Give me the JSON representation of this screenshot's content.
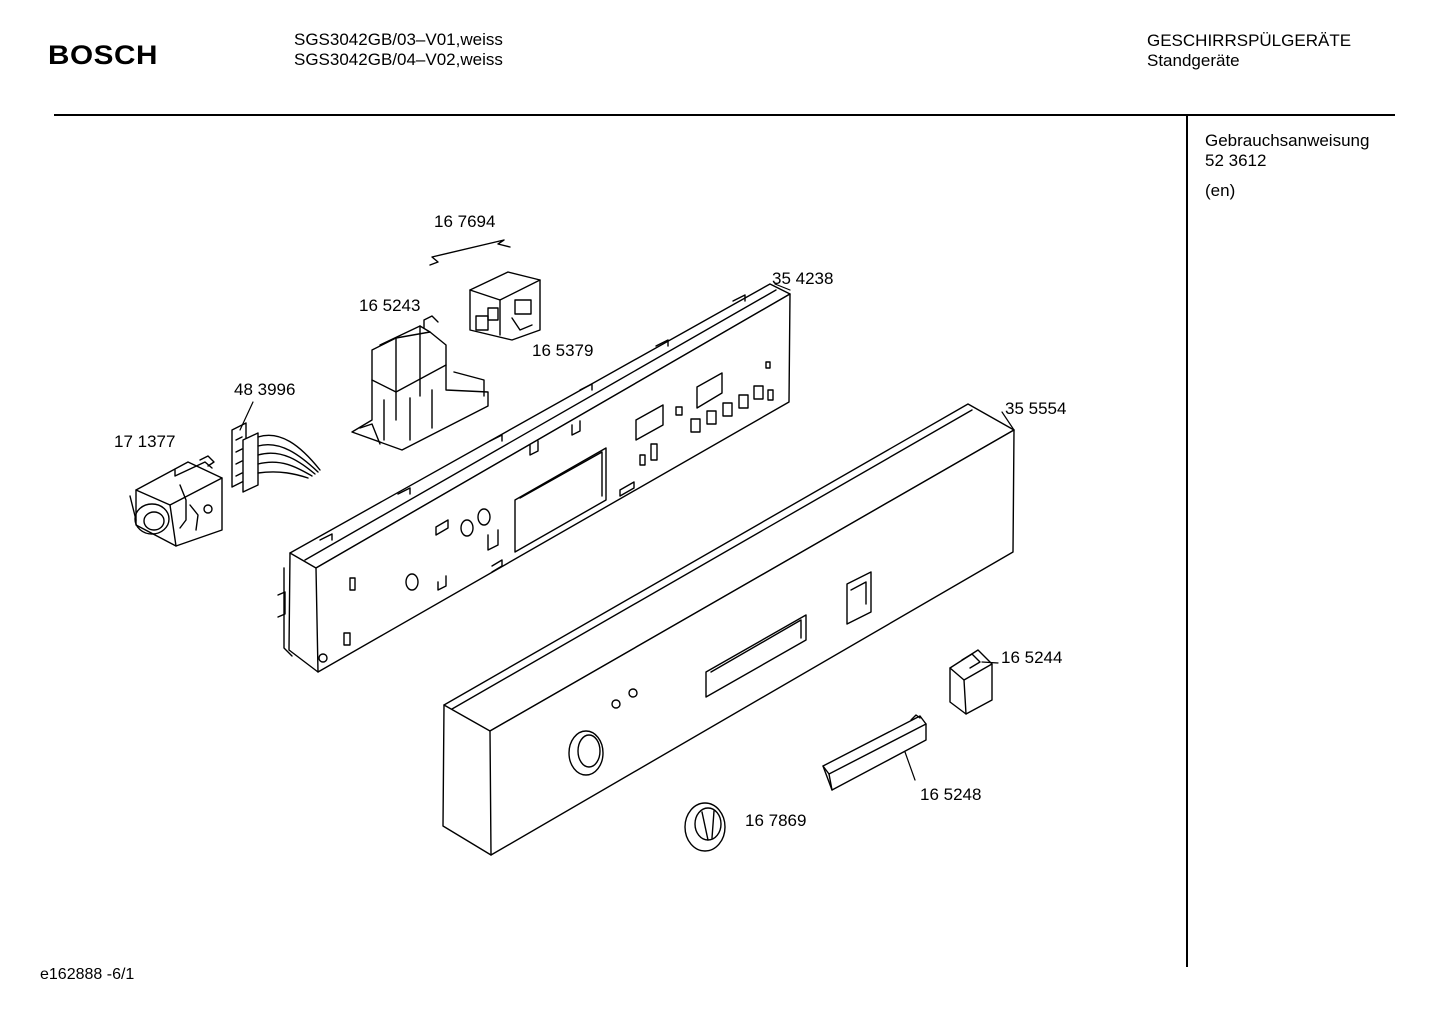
{
  "header": {
    "brand": "BOSCH",
    "models": [
      "SGS3042GB/03–V01,weiss",
      "SGS3042GB/04–V02,weiss"
    ],
    "category": "GESCHIRRSPÜLGERÄTE",
    "subcategory": "Standgeräte"
  },
  "sidebar": {
    "manual_title": "Gebrauchsanweisung",
    "manual_number": "52 3612",
    "language": "(en)"
  },
  "parts": [
    {
      "id": "programmer",
      "number": "17 1377"
    },
    {
      "id": "wire-harness",
      "number": "48 3996"
    },
    {
      "id": "switch-holder",
      "number": "16 5243"
    },
    {
      "id": "spring-clip",
      "number": "16 7694"
    },
    {
      "id": "switch-block",
      "number": "16 5379"
    },
    {
      "id": "control-panel-carrier",
      "number": "35 4238"
    },
    {
      "id": "facia-panel",
      "number": "35 5554"
    },
    {
      "id": "push-button",
      "number": "16 5244"
    },
    {
      "id": "display-cover",
      "number": "16 5248"
    },
    {
      "id": "knob",
      "number": "16 7869"
    }
  ],
  "footer": {
    "drawing_id": "e162888 -6/1"
  }
}
